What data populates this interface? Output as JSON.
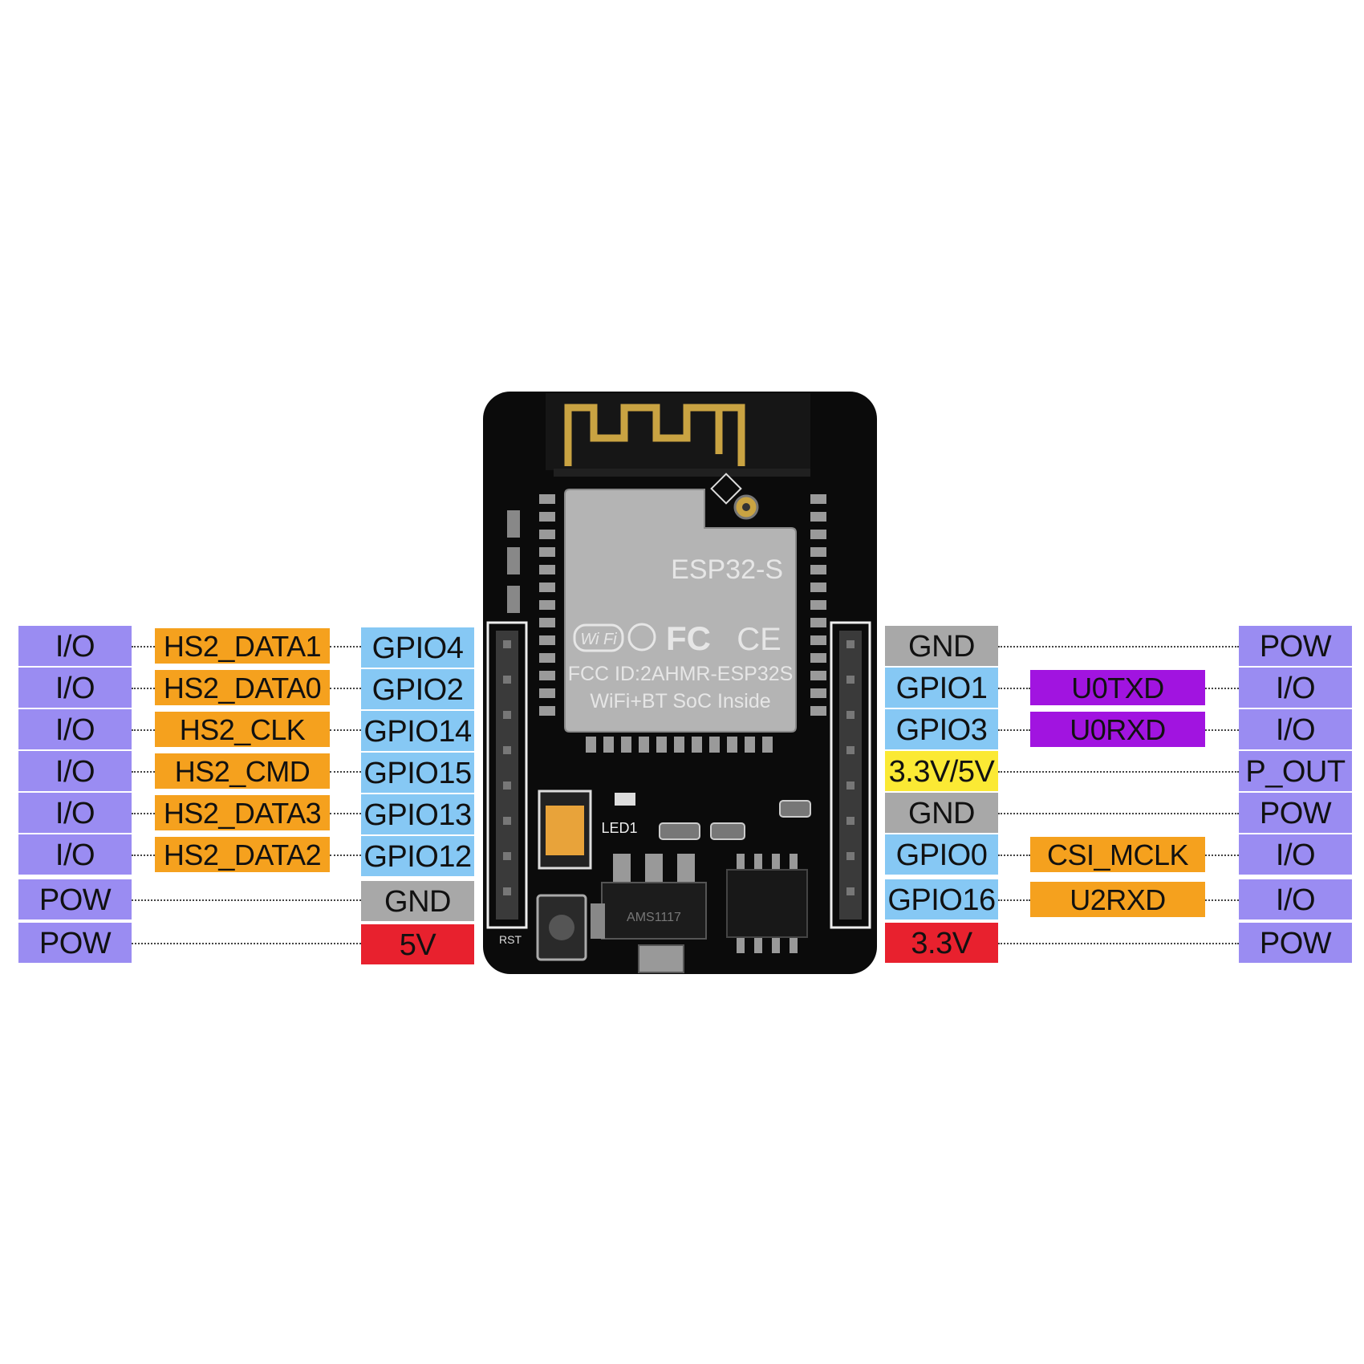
{
  "module": {
    "shield_title": "ESP32-S",
    "shield_line1": "FCC ID:2AHMR-ESP32S",
    "shield_line2": "WiFi+BT SoC Inside",
    "wifi_logo": "Wi Fi",
    "fcc_logo": "FC",
    "ce_logo": "CE",
    "led_label": "LED1",
    "rst_label": "RST",
    "regulator_text": "AMS1117"
  },
  "colors": {
    "role": "#9A8CF2",
    "sdio": "#F5A11E",
    "gpio": "#86C8F4",
    "gnd": "#A8A8A8",
    "power_5v": "#E8212E",
    "power_3v3": "#E8212E",
    "volt_select": "#FBE934",
    "uart": "#A114E0"
  },
  "left_pins": [
    {
      "role": "I/O",
      "function": "HS2_DATA1",
      "pin": "GPIO4",
      "type": "gpio"
    },
    {
      "role": "I/O",
      "function": "HS2_DATA0",
      "pin": "GPIO2",
      "type": "gpio"
    },
    {
      "role": "I/O",
      "function": "HS2_CLK",
      "pin": "GPIO14",
      "type": "gpio"
    },
    {
      "role": "I/O",
      "function": "HS2_CMD",
      "pin": "GPIO15",
      "type": "gpio"
    },
    {
      "role": "I/O",
      "function": "HS2_DATA3",
      "pin": "GPIO13",
      "type": "gpio"
    },
    {
      "role": "I/O",
      "function": "HS2_DATA2",
      "pin": "GPIO12",
      "type": "gpio"
    },
    {
      "role": "POW",
      "function": "",
      "pin": "GND",
      "type": "gnd"
    },
    {
      "role": "POW",
      "function": "",
      "pin": "5V",
      "type": "power"
    }
  ],
  "right_pins": [
    {
      "pin": "GND",
      "function": "",
      "role": "POW",
      "type": "gnd",
      "ftype": ""
    },
    {
      "pin": "GPIO1",
      "function": "U0TXD",
      "role": "I/O",
      "type": "gpio",
      "ftype": "uart"
    },
    {
      "pin": "GPIO3",
      "function": "U0RXD",
      "role": "I/O",
      "type": "gpio",
      "ftype": "uart"
    },
    {
      "pin": "3.3V/5V",
      "function": "",
      "role": "P_OUT",
      "type": "vsel",
      "ftype": ""
    },
    {
      "pin": "GND",
      "function": "",
      "role": "POW",
      "type": "gnd",
      "ftype": ""
    },
    {
      "pin": "GPIO0",
      "function": "CSI_MCLK",
      "role": "I/O",
      "type": "gpio",
      "ftype": "sdio"
    },
    {
      "pin": "GPIO16",
      "function": "U2RXD",
      "role": "I/O",
      "type": "gpio",
      "ftype": "sdio"
    },
    {
      "pin": "3.3V",
      "function": "",
      "role": "POW",
      "type": "power",
      "ftype": ""
    }
  ]
}
